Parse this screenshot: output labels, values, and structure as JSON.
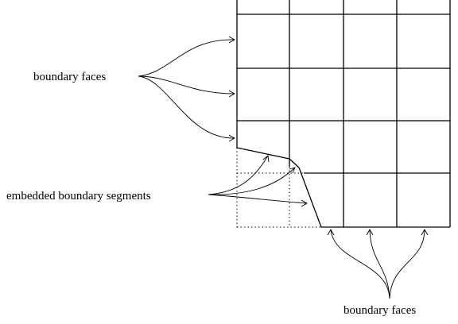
{
  "labels": {
    "left_boundary_faces": "boundary faces",
    "embedded_segments": "embedded boundary segments",
    "bottom_boundary_faces": "boundary faces"
  },
  "colors": {
    "line": "#000000",
    "background": "#ffffff"
  }
}
